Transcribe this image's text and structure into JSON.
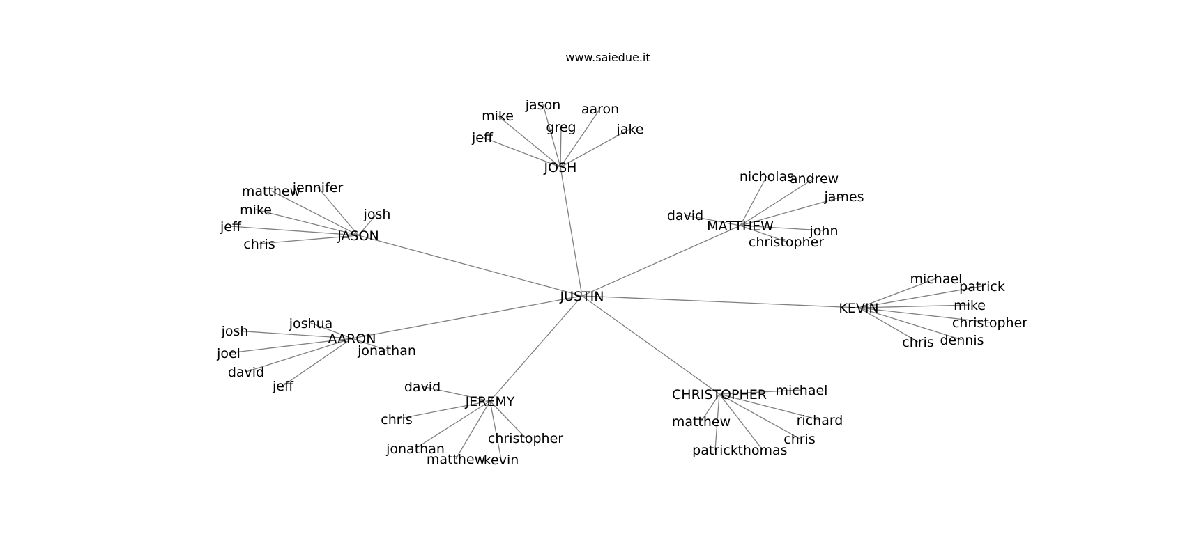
{
  "site_label": "www.saiedue.it",
  "root": "JUSTIN",
  "groups": [
    {
      "name": "JOSH",
      "members": [
        "jason",
        "mike",
        "aaron",
        "greg",
        "jake",
        "jeff"
      ]
    },
    {
      "name": "MATTHEW",
      "members": [
        "nicholas",
        "andrew",
        "james",
        "david",
        "john",
        "christopher"
      ]
    },
    {
      "name": "JASON",
      "members": [
        "matthew",
        "jennifer",
        "mike",
        "josh",
        "jeff",
        "chris"
      ]
    },
    {
      "name": "KEVIN",
      "members": [
        "michael",
        "patrick",
        "mike",
        "christopher",
        "chris",
        "dennis"
      ]
    },
    {
      "name": "AARON",
      "members": [
        "joshua",
        "josh",
        "joel",
        "jonathan",
        "david",
        "jeff"
      ]
    },
    {
      "name": "JEREMY",
      "members": [
        "david",
        "chris",
        "christopher",
        "jonathan",
        "matthew",
        "kevin"
      ]
    },
    {
      "name": "CHRISTOPHER",
      "members": [
        "michael",
        "matthew",
        "richard",
        "chris",
        "patrick",
        "thomas"
      ]
    }
  ]
}
